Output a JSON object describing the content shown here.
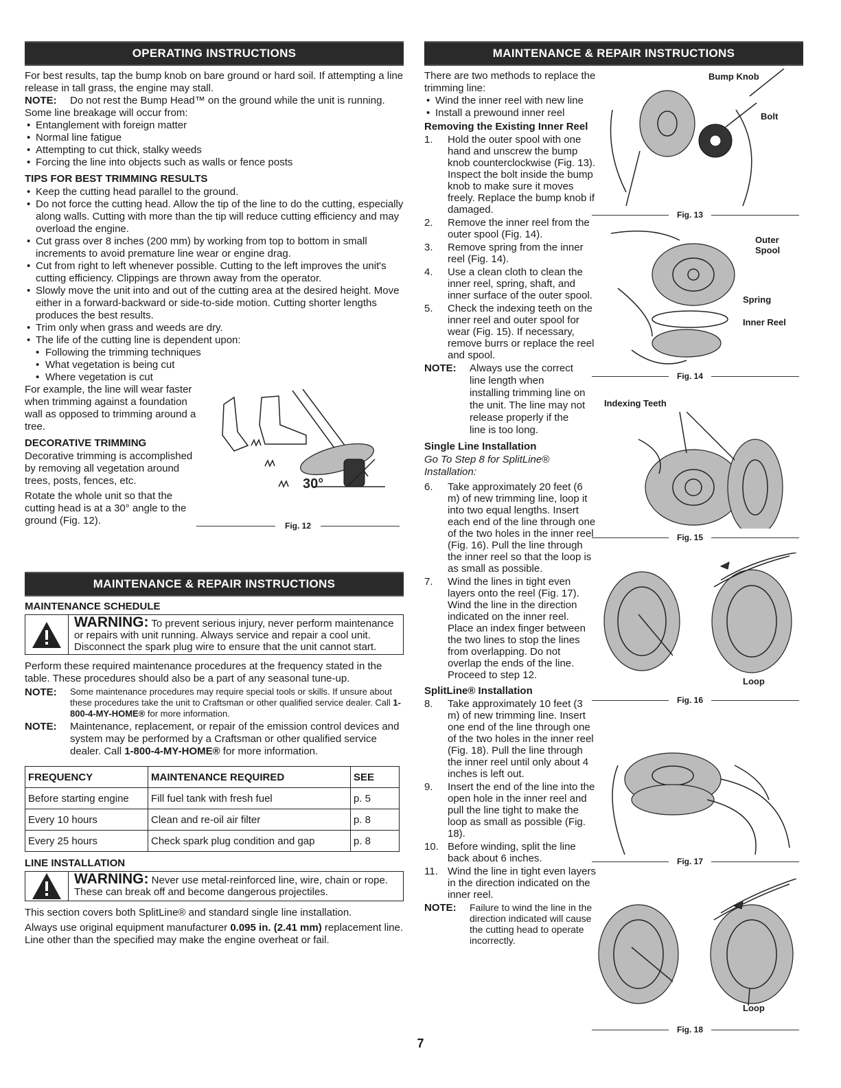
{
  "left": {
    "banner": "OPERATING INSTRUCTIONS",
    "intro": "For best results, tap the bump knob on bare ground or hard soil. If attempting a line release in tall grass, the engine may stall.",
    "note1_label": "NOTE:",
    "note1_text": "Do not rest the Bump Head™ on the ground while the unit is running.",
    "breakage_intro": "Some line breakage will occur from:",
    "breakage": [
      "Entanglement with foreign matter",
      "Normal line fatigue",
      "Attempting to cut thick, stalky weeds",
      "Forcing the line into objects such as walls or fence posts"
    ],
    "tips_heading": "TIPS FOR BEST TRIMMING RESULTS",
    "tips": [
      "Keep the cutting head parallel to the ground.",
      "Do not force the cutting head. Allow the tip of the line to do the cutting, especially along walls. Cutting with more than the tip will reduce cutting efficiency and may overload the engine.",
      "Cut grass over 8 inches (200 mm) by working from top to bottom in small increments to avoid premature line wear or engine drag.",
      "Cut from right to left whenever possible. Cutting to the left improves the unit's cutting efficiency. Clippings are thrown away from the operator.",
      "Slowly move the unit into and out of the cutting area at the desired height. Move either in a forward-backward or side-to-side motion. Cutting shorter lengths produces the best results.",
      "Trim only when grass and weeds are dry.",
      "The life of the cutting line is dependent upon:"
    ],
    "subtips": [
      "Following the trimming techniques",
      "What vegetation is being cut",
      "Where vegetation is cut"
    ],
    "example": "For example, the line will wear faster when trimming against a foundation wall as opposed to trimming around a tree.",
    "decor_heading": "DECORATIVE TRIMMING",
    "decor_text": "Decorative trimming is accomplished by removing all vegetation around trees, posts, fences, etc.",
    "rotate_text": "Rotate the whole unit so that the cutting head is at a 30° angle to the ground (Fig. 12).",
    "fig12": "Fig. 12",
    "angle_label": "30°",
    "banner2": "MAINTENANCE & REPAIR INSTRUCTIONS",
    "schedule_heading": "MAINTENANCE SCHEDULE",
    "warn1_label": "WARNING:",
    "warn1_text": " To prevent serious injury, never perform maintenance or repairs with unit running. Always service and repair a cool unit. Disconnect the spark plug wire to ensure that the unit cannot start.",
    "perform_text": "Perform these required maintenance procedures at the frequency stated in the table. These procedures should also be a part of any seasonal tune-up.",
    "note2_label": "NOTE:",
    "note2_text_a": "Some maintenance procedures may require special tools or skills. If unsure about these procedures take the unit to Craftsman or other qualified service dealer. Call ",
    "note2_phone": "1-800-4-MY-HOME®",
    "note2_text_b": " for more information.",
    "note3_label": "NOTE:",
    "note3_text_a": "Maintenance, replacement, or repair of the emission control devices and system may be performed by a Craftsman or other qualified service dealer. Call ",
    "note3_phone": "1-800-4-MY-HOME®",
    "note3_text_b": " for more information.",
    "table": {
      "headers": [
        "FREQUENCY",
        "MAINTENANCE REQUIRED",
        "SEE"
      ],
      "rows": [
        [
          "Before starting engine",
          "Fill fuel tank with fresh fuel",
          "p. 5"
        ],
        [
          "Every 10 hours",
          "Clean and re-oil air filter",
          "p. 8"
        ],
        [
          "Every 25 hours",
          "Check spark plug condition and gap",
          "p. 8"
        ]
      ]
    },
    "line_heading": "LINE INSTALLATION",
    "warn2_label": "WARNING:",
    "warn2_text": " Never use metal-reinforced line, wire, chain or rope. These can break off and become dangerous projectiles.",
    "covers_text": "This section covers both SplitLine® and standard single line installation.",
    "oem_text_a": "Always use original equipment manufacturer ",
    "oem_size": "0.095 in. (2.41 mm)",
    "oem_text_b": " replacement line. Line other than the specified may make the engine overheat or fail."
  },
  "right": {
    "banner": "MAINTENANCE & REPAIR INSTRUCTIONS",
    "intro": "There are two methods to replace the trimming line:",
    "methods": [
      "Wind the inner reel with new line",
      "Install a prewound inner reel"
    ],
    "removing_heading": "Removing the Existing Inner Reel",
    "steps_a": [
      {
        "n": "1.",
        "t": "Hold the outer spool with one hand and unscrew the bump knob counterclockwise (Fig. 13). Inspect the bolt inside the bump knob to make sure it moves freely. Replace the bump knob if damaged."
      },
      {
        "n": "2.",
        "t": "Remove the inner reel from the outer spool (Fig. 14)."
      },
      {
        "n": "3.",
        "t": "Remove spring from the inner reel (Fig. 14)."
      },
      {
        "n": "4.",
        "t": "Use a clean cloth to clean the inner reel, spring, shaft, and inner surface of the outer spool."
      },
      {
        "n": "5.",
        "t": "Check the indexing teeth on the inner reel and outer spool for wear (Fig. 15). If necessary, remove burrs or replace the reel and spool."
      }
    ],
    "note_a_label": "NOTE:",
    "note_a_text": "Always use the correct line length when installing trimming line on the unit. The line may not release properly if the line is too long.",
    "single_heading": "Single Line Installation",
    "single_italic": "Go To Step 8 for SplitLine® Installation:",
    "steps_b": [
      {
        "n": "6.",
        "t": "Take approximately 20 feet (6 m) of new trimming line, loop it into two equal lengths. Insert each end of the line through one of the two holes in the inner reel (Fig. 16). Pull the line through the inner reel so that the loop is as small as possible."
      },
      {
        "n": "7.",
        "t": "Wind the lines in tight even layers onto the reel (Fig. 17). Wind the line in the direction indicated on the inner reel. Place an index finger between the two lines to stop the lines from overlapping. Do not overlap the ends of the line. Proceed to step 12."
      }
    ],
    "split_heading": "SplitLine® Installation",
    "steps_c": [
      {
        "n": "8.",
        "t": "Take approximately 10 feet (3 m) of new trimming line. Insert one end of the line through one of the two holes in the inner reel (Fig. 18). Pull the line through the inner reel until only about 4 inches is left out."
      },
      {
        "n": "9.",
        "t": "Insert the end of the line into the open hole in the inner reel and pull the line tight to make the loop as small as possible (Fig. 18)."
      },
      {
        "n": "10.",
        "t": "Before winding, split the line back about 6 inches."
      },
      {
        "n": "11.",
        "t": "Wind the line in tight even layers in the direction indicated on the inner reel."
      }
    ],
    "note_b_label": "NOTE:",
    "note_b_text": "Failure to wind the line in the direction indicated will cause the cutting head to operate incorrectly.",
    "figs": {
      "fig13": "Fig. 13",
      "fig14": "Fig. 14",
      "fig15": "Fig. 15",
      "fig16": "Fig. 16",
      "fig17": "Fig. 17",
      "fig18": "Fig. 18"
    },
    "labels": {
      "bump_knob": "Bump Knob",
      "bolt": "Bolt",
      "outer_spool_1": "Outer",
      "outer_spool_2": "Spool",
      "spring": "Spring",
      "inner_reel": "Inner Reel",
      "indexing_teeth": "Indexing Teeth",
      "loop16": "Loop",
      "loop18": "Loop"
    }
  },
  "page_number": "7"
}
